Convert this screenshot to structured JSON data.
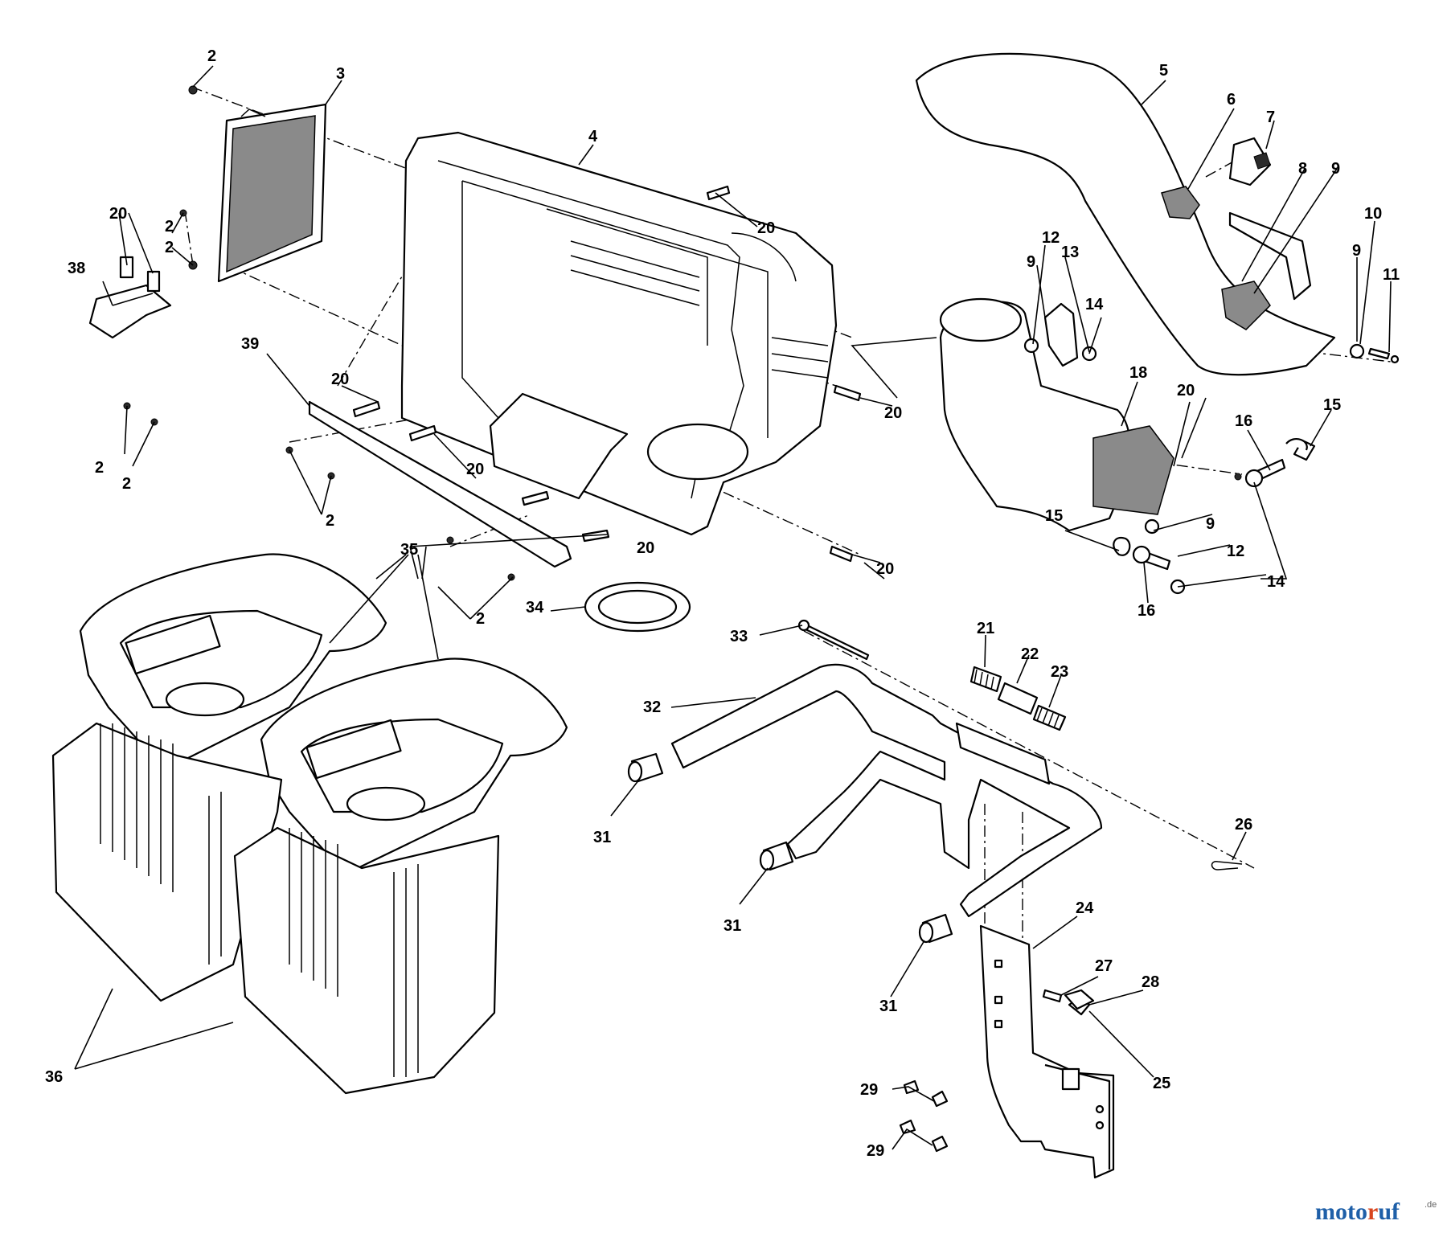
{
  "callouts": [
    {
      "label": "2"
    },
    {
      "label": "3"
    },
    {
      "label": "4"
    },
    {
      "label": "5"
    },
    {
      "label": "6"
    },
    {
      "label": "7"
    },
    {
      "label": "8"
    },
    {
      "label": "9"
    },
    {
      "label": "10"
    },
    {
      "label": "11"
    },
    {
      "label": "9"
    },
    {
      "label": "20"
    },
    {
      "label": "2"
    },
    {
      "label": "2"
    },
    {
      "label": "38"
    },
    {
      "label": "20"
    },
    {
      "label": "12"
    },
    {
      "label": "13"
    },
    {
      "label": "9"
    },
    {
      "label": "14"
    },
    {
      "label": "39"
    },
    {
      "label": "20"
    },
    {
      "label": "20"
    },
    {
      "label": "18"
    },
    {
      "label": "20"
    },
    {
      "label": "15"
    },
    {
      "label": "16"
    },
    {
      "label": "20"
    },
    {
      "label": "2"
    },
    {
      "label": "2"
    },
    {
      "label": "2"
    },
    {
      "label": "15"
    },
    {
      "label": "9"
    },
    {
      "label": "20"
    },
    {
      "label": "12"
    },
    {
      "label": "20"
    },
    {
      "label": "35"
    },
    {
      "label": "14"
    },
    {
      "label": "34"
    },
    {
      "label": "2"
    },
    {
      "label": "16"
    },
    {
      "label": "33"
    },
    {
      "label": "21"
    },
    {
      "label": "22"
    },
    {
      "label": "23"
    },
    {
      "label": "32"
    },
    {
      "label": "31"
    },
    {
      "label": "26"
    },
    {
      "label": "31"
    },
    {
      "label": "24"
    },
    {
      "label": "27"
    },
    {
      "label": "28"
    },
    {
      "label": "31"
    },
    {
      "label": "25"
    },
    {
      "label": "36"
    },
    {
      "label": "29"
    },
    {
      "label": "29"
    }
  ],
  "watermark": {
    "m": "m",
    "oto": "oto",
    "r": "r",
    "uf": "uf",
    "de": ".de"
  },
  "colors": {
    "line": "#000000",
    "watermark_blue": "#1e5fa8",
    "watermark_red": "#d8451e"
  }
}
